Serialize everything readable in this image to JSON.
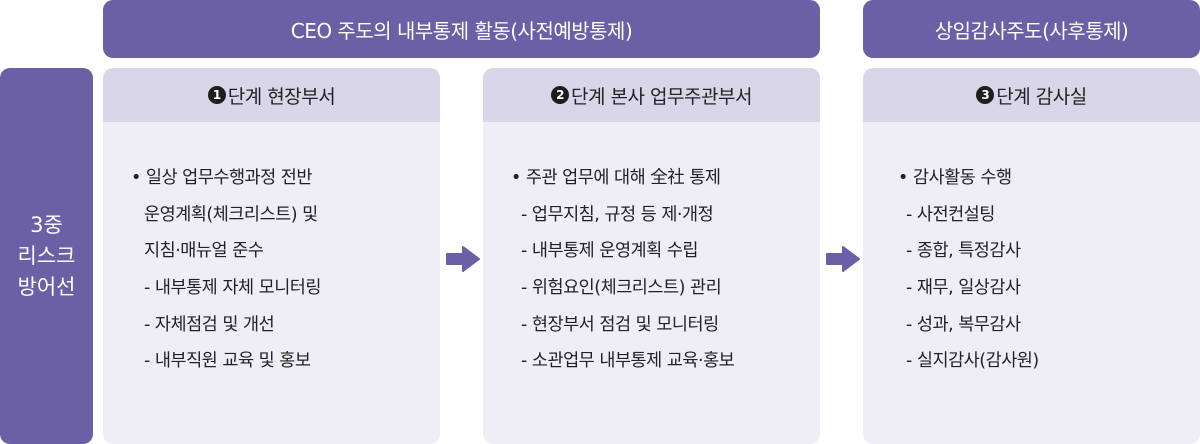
{
  "banners": {
    "left": "CEO 주도의 내부통제 활동(사전예방통제)",
    "right": "상임감사주도(사후통제)"
  },
  "side_label": "3중\n리스크\n방어선",
  "columns": [
    {
      "number": "1",
      "heading": "단계 현장부서",
      "lines": [
        "• 일상 업무수행과정 전반",
        "운영계획(체크리스트) 및",
        "지침·매뉴얼 준수",
        "- 내부통제 자체 모니터링",
        "- 자체점검 및 개선",
        "- 내부직원 교육 및 홍보"
      ]
    },
    {
      "number": "2",
      "heading": "단계 본사 업무주관부서",
      "lines": [
        "• 주관 업무에 대해 全社 통제",
        "- 업무지침, 규정 등 제·개정",
        "- 내부통제 운영계획 수립",
        "- 위험요인(체크리스트) 관리",
        "- 현장부서 점검 및 모니터링",
        "- 소관업무 내부통제 교육·홍보"
      ]
    },
    {
      "number": "3",
      "heading": "단계 감사실",
      "lines": [
        "• 감사활동 수행",
        "- 사전컨설팅",
        "- 종합, 특정감사",
        "- 재무, 일상감사",
        "- 성과, 복무감사",
        "- 실지감사(감사원)"
      ]
    }
  ],
  "colors": {
    "banner": "#6b5fa6",
    "header": "#d9d6ea",
    "body": "#efeef6",
    "arrow": "#6b5fa6"
  },
  "icons": [
    "arrow-right-icon"
  ]
}
